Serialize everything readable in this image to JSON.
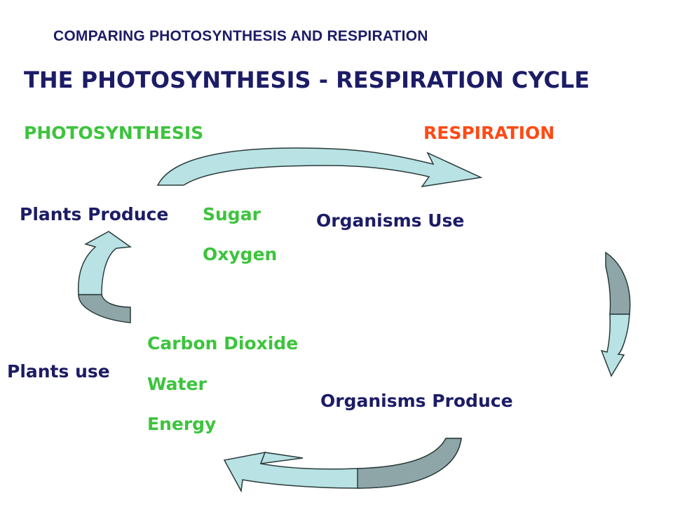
{
  "header": {
    "subtitle": "COMPARING PHOTOSYNTHESIS AND RESPIRATION",
    "title": "THE PHOTOSYNTHESIS - RESPIRATION CYCLE"
  },
  "labels": {
    "photosynthesis": "PHOTOSYNTHESIS",
    "respiration": "RESPIRATION"
  },
  "cycle": {
    "plants_produce": "Plants Produce",
    "plants_produce_items": [
      "Sugar",
      "Oxygen"
    ],
    "organisms_use": "Organisms Use",
    "organisms_produce": "Organisms Produce",
    "plants_use": "Plants use",
    "plants_use_items": [
      "Carbon Dioxide",
      "Water",
      "Energy"
    ]
  },
  "colors": {
    "title": "#1c1c66",
    "photosynthesis": "#3cc43c",
    "respiration": "#ff4a14",
    "arrow_light": "#b8e2e4",
    "arrow_dark": "#8fa6a8"
  },
  "icons": [
    "curved-arrow-top-right",
    "curved-arrow-right-down",
    "curved-arrow-bottom-left",
    "curved-arrow-left-up"
  ]
}
